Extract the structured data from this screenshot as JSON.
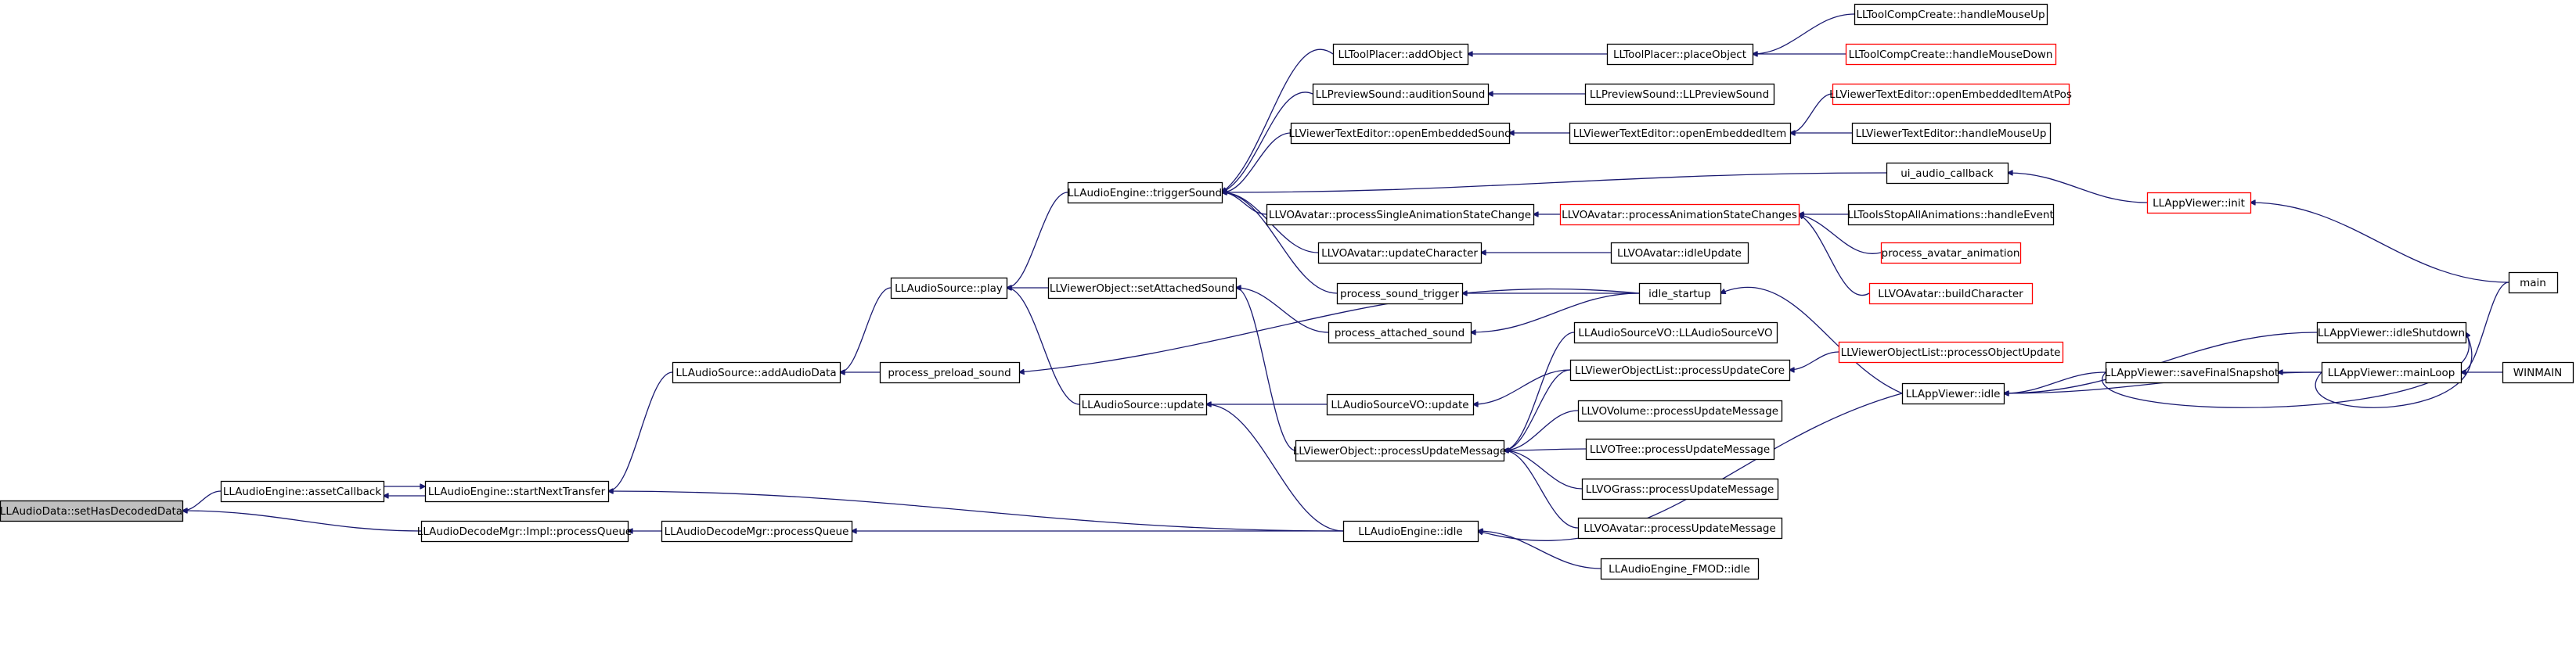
{
  "graph": {
    "nodes": [
      {
        "id": "root",
        "label": "LLAudioData::setHasDecodedData",
        "style": "root"
      },
      {
        "id": "assetCallback",
        "label": "LLAudioEngine::assetCallback"
      },
      {
        "id": "startNextTransfer",
        "label": "LLAudioEngine::startNextTransfer"
      },
      {
        "id": "implProcessQueue",
        "label": "LLAudioDecodeMgr::Impl::processQueue"
      },
      {
        "id": "decodeProcessQueue",
        "label": "LLAudioDecodeMgr::processQueue"
      },
      {
        "id": "addAudioData",
        "label": "LLAudioSource::addAudioData"
      },
      {
        "id": "sourcePlay",
        "label": "LLAudioSource::play"
      },
      {
        "id": "processPreloadSound",
        "label": "process_preload_sound"
      },
      {
        "id": "sourceUpdate",
        "label": "LLAudioSource::update"
      },
      {
        "id": "setAttachedSound",
        "label": "LLViewerObject::setAttachedSound"
      },
      {
        "id": "triggerSound",
        "label": "LLAudioEngine::triggerSound"
      },
      {
        "id": "engineIdle",
        "label": "LLAudioEngine::idle"
      },
      {
        "id": "toolPlacerAddObject",
        "label": "LLToolPlacer::addObject"
      },
      {
        "id": "previewAuditionSound",
        "label": "LLPreviewSound::auditionSound"
      },
      {
        "id": "textEditorOpenEmbeddedSound",
        "label": "LLViewerTextEditor::openEmbeddedSound"
      },
      {
        "id": "processSingleAnimation",
        "label": "LLVOAvatar::processSingleAnimationStateChange"
      },
      {
        "id": "updateCharacter",
        "label": "LLVOAvatar::updateCharacter"
      },
      {
        "id": "processSoundTrigger",
        "label": "process_sound_trigger"
      },
      {
        "id": "processAttachedSound",
        "label": "process_attached_sound"
      },
      {
        "id": "sourceVOUpdate",
        "label": "LLAudioSourceVO::update"
      },
      {
        "id": "objectProcessUpdateMessage",
        "label": "LLViewerObject::processUpdateMessage"
      },
      {
        "id": "toolPlacerPlaceObject",
        "label": "LLToolPlacer::placeObject"
      },
      {
        "id": "previewSoundCtor",
        "label": "LLPreviewSound::LLPreviewSound"
      },
      {
        "id": "textEditorOpenEmbeddedItem",
        "label": "LLViewerTextEditor::openEmbeddedItem"
      },
      {
        "id": "uiAudioCallback",
        "label": "ui_audio_callback"
      },
      {
        "id": "processAnimationStateChanges",
        "label": "LLVOAvatar::processAnimationStateChanges",
        "style": "red"
      },
      {
        "id": "avatarIdleUpdate",
        "label": "LLVOAvatar::idleUpdate"
      },
      {
        "id": "idleStartup",
        "label": "idle_startup"
      },
      {
        "id": "sourceVOCtor",
        "label": "LLAudioSourceVO::LLAudioSourceVO"
      },
      {
        "id": "objectListProcessUpdateCore",
        "label": "LLViewerObjectList::processUpdateCore"
      },
      {
        "id": "voVolume",
        "label": "LLVOVolume::processUpdateMessage"
      },
      {
        "id": "voTree",
        "label": "LLVOTree::processUpdateMessage"
      },
      {
        "id": "voGrass",
        "label": "LLVOGrass::processUpdateMessage"
      },
      {
        "id": "voAvatarMsg",
        "label": "LLVOAvatar::processUpdateMessage"
      },
      {
        "id": "engineFmodIdle",
        "label": "LLAudioEngine_FMOD::idle"
      },
      {
        "id": "compCreateMouseUp",
        "label": "LLToolCompCreate::handleMouseUp"
      },
      {
        "id": "compCreateMouseDown",
        "label": "LLToolCompCreate::handleMouseDown",
        "style": "red"
      },
      {
        "id": "openEmbeddedItemAtPos",
        "label": "LLViewerTextEditor::openEmbeddedItemAtPos",
        "style": "red"
      },
      {
        "id": "textEditorMouseUp",
        "label": "LLViewerTextEditor::handleMouseUp"
      },
      {
        "id": "stopAllAnimations",
        "label": "LLToolsStopAllAnimations::handleEvent"
      },
      {
        "id": "processAvatarAnimation",
        "label": "process_avatar_animation",
        "style": "red"
      },
      {
        "id": "buildCharacter",
        "label": "LLVOAvatar::buildCharacter",
        "style": "red"
      },
      {
        "id": "objectListProcessObjectUpdate",
        "label": "LLViewerObjectList::processObjectUpdate",
        "style": "red"
      },
      {
        "id": "appViewerIdle",
        "label": "LLAppViewer::idle"
      },
      {
        "id": "appViewerInit",
        "label": "LLAppViewer::init",
        "style": "red"
      },
      {
        "id": "idleShutdown",
        "label": "LLAppViewer::idleShutdown"
      },
      {
        "id": "saveFinalSnapshot",
        "label": "LLAppViewer::saveFinalSnapshot"
      },
      {
        "id": "mainLoop",
        "label": "LLAppViewer::mainLoop"
      },
      {
        "id": "main",
        "label": "main"
      },
      {
        "id": "winmain",
        "label": "WINMAIN"
      }
    ],
    "edges": [
      {
        "from": "assetCallback",
        "to": "root"
      },
      {
        "from": "implProcessQueue",
        "to": "root"
      },
      {
        "from": "startNextTransfer",
        "to": "assetCallback"
      },
      {
        "from": "assetCallback",
        "to": "startNextTransfer"
      },
      {
        "from": "decodeProcessQueue",
        "to": "implProcessQueue"
      },
      {
        "from": "engineIdle",
        "to": "decodeProcessQueue"
      },
      {
        "from": "addAudioData",
        "to": "startNextTransfer"
      },
      {
        "from": "engineIdle",
        "to": "startNextTransfer"
      },
      {
        "from": "sourcePlay",
        "to": "addAudioData"
      },
      {
        "from": "processPreloadSound",
        "to": "addAudioData"
      },
      {
        "from": "triggerSound",
        "to": "sourcePlay"
      },
      {
        "from": "setAttachedSound",
        "to": "sourcePlay"
      },
      {
        "from": "sourceUpdate",
        "to": "sourcePlay"
      },
      {
        "from": "idleStartup",
        "to": "processPreloadSound"
      },
      {
        "from": "sourceVOUpdate",
        "to": "sourceUpdate"
      },
      {
        "from": "engineIdle",
        "to": "sourceUpdate"
      },
      {
        "from": "processAttachedSound",
        "to": "setAttachedSound"
      },
      {
        "from": "objectProcessUpdateMessage",
        "to": "setAttachedSound"
      },
      {
        "from": "toolPlacerAddObject",
        "to": "triggerSound"
      },
      {
        "from": "previewAuditionSound",
        "to": "triggerSound"
      },
      {
        "from": "textEditorOpenEmbeddedSound",
        "to": "triggerSound"
      },
      {
        "from": "uiAudioCallback",
        "to": "triggerSound"
      },
      {
        "from": "processSingleAnimation",
        "to": "triggerSound"
      },
      {
        "from": "updateCharacter",
        "to": "triggerSound"
      },
      {
        "from": "processSoundTrigger",
        "to": "triggerSound"
      },
      {
        "from": "toolPlacerPlaceObject",
        "to": "toolPlacerAddObject"
      },
      {
        "from": "previewSoundCtor",
        "to": "previewAuditionSound"
      },
      {
        "from": "textEditorOpenEmbeddedItem",
        "to": "textEditorOpenEmbeddedSound"
      },
      {
        "from": "processAnimationStateChanges",
        "to": "processSingleAnimation"
      },
      {
        "from": "avatarIdleUpdate",
        "to": "updateCharacter"
      },
      {
        "from": "idleStartup",
        "to": "processSoundTrigger"
      },
      {
        "from": "idleStartup",
        "to": "processAttachedSound"
      },
      {
        "from": "objectListProcessUpdateCore",
        "to": "sourceVOUpdate"
      },
      {
        "from": "sourceVOCtor",
        "to": "objectProcessUpdateMessage"
      },
      {
        "from": "objectListProcessUpdateCore",
        "to": "objectProcessUpdateMessage"
      },
      {
        "from": "voVolume",
        "to": "objectProcessUpdateMessage"
      },
      {
        "from": "voTree",
        "to": "objectProcessUpdateMessage"
      },
      {
        "from": "voGrass",
        "to": "objectProcessUpdateMessage"
      },
      {
        "from": "voAvatarMsg",
        "to": "objectProcessUpdateMessage"
      },
      {
        "from": "engineFmodIdle",
        "to": "engineIdle"
      },
      {
        "from": "appViewerIdle",
        "to": "engineIdle"
      },
      {
        "from": "compCreateMouseUp",
        "to": "toolPlacerPlaceObject"
      },
      {
        "from": "compCreateMouseDown",
        "to": "toolPlacerPlaceObject"
      },
      {
        "from": "openEmbeddedItemAtPos",
        "to": "textEditorOpenEmbeddedItem"
      },
      {
        "from": "textEditorMouseUp",
        "to": "textEditorOpenEmbeddedItem"
      },
      {
        "from": "appViewerInit",
        "to": "uiAudioCallback"
      },
      {
        "from": "stopAllAnimations",
        "to": "processAnimationStateChanges"
      },
      {
        "from": "processAvatarAnimation",
        "to": "processAnimationStateChanges"
      },
      {
        "from": "buildCharacter",
        "to": "processAnimationStateChanges"
      },
      {
        "from": "appViewerIdle",
        "to": "idleStartup"
      },
      {
        "from": "objectListProcessObjectUpdate",
        "to": "objectListProcessUpdateCore"
      },
      {
        "from": "idleShutdown",
        "to": "appViewerIdle"
      },
      {
        "from": "saveFinalSnapshot",
        "to": "appViewerIdle"
      },
      {
        "from": "mainLoop",
        "to": "appViewerIdle"
      },
      {
        "from": "main",
        "to": "appViewerInit"
      },
      {
        "from": "saveFinalSnapshot",
        "to": "idleShutdown"
      },
      {
        "from": "mainLoop",
        "to": "idleShutdown"
      },
      {
        "from": "mainLoop",
        "to": "saveFinalSnapshot"
      },
      {
        "from": "main",
        "to": "mainLoop"
      },
      {
        "from": "winmain",
        "to": "mainLoop"
      }
    ]
  }
}
